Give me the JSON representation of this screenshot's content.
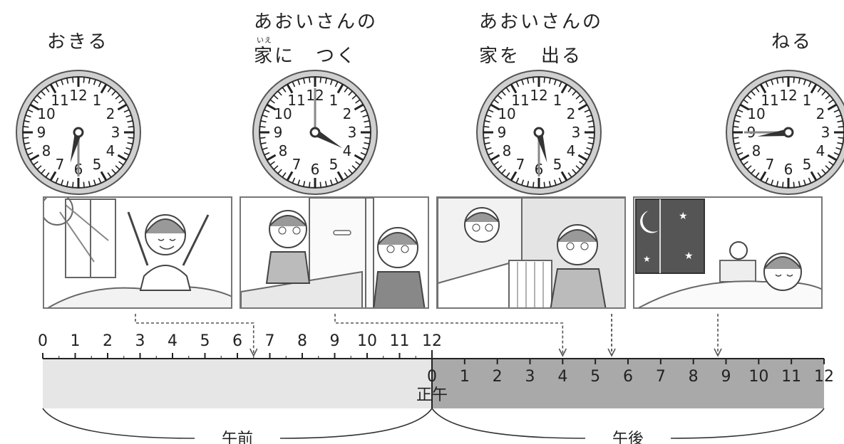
{
  "events": [
    {
      "label_line1": "おきる",
      "label_line2": "",
      "ruby": "",
      "hour": 6,
      "minute": 30
    },
    {
      "label_line1": "あおいさんの",
      "label_line2": "家に　つく",
      "ruby": "いえ",
      "hour": 4,
      "minute": 0
    },
    {
      "label_line1": "あおいさんの",
      "label_line2": "家を　出る",
      "ruby": "",
      "hour": 5,
      "minute": 30
    },
    {
      "label_line1": "ねる",
      "label_line2": "",
      "ruby": "",
      "hour": 8,
      "minute": 45
    }
  ],
  "clock_numbers": [
    "12",
    "1",
    "2",
    "3",
    "4",
    "5",
    "6",
    "7",
    "8",
    "9",
    "10",
    "11"
  ],
  "timeline": {
    "am_ticks": [
      "0",
      "1",
      "2",
      "3",
      "4",
      "5",
      "6",
      "7",
      "8",
      "9",
      "10",
      "11",
      "12"
    ],
    "pm_ticks": [
      "0",
      "1",
      "2",
      "3",
      "4",
      "5",
      "6",
      "7",
      "8",
      "9",
      "10",
      "11",
      "12"
    ],
    "noon_label": "正午",
    "am_label": "午前",
    "pm_label": "午後",
    "markers_hours": [
      6.5,
      16,
      17.5,
      20.75
    ]
  },
  "colors": {
    "am_fill": "#e6e6e6",
    "pm_fill": "#a9a9a9",
    "hour_hand": "#333333",
    "minute_hand": "#888888",
    "arrow": "#555555"
  }
}
